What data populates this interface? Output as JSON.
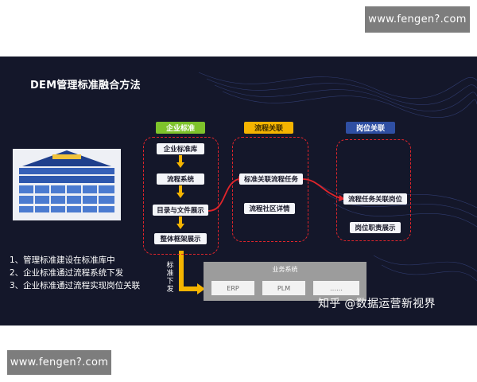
{
  "watermarks": {
    "top": "www.fengen?.com",
    "bottom": "www.fengen?.com"
  },
  "slide": {
    "title": "DEM管理标准融合方法",
    "columns": [
      {
        "header": "企业标准",
        "color": "#7ec32b",
        "boxes": [
          "企业标准库",
          "流程系统",
          "目录与文件展示",
          "整体框架展示"
        ]
      },
      {
        "header": "流程关联",
        "color": "#f5b400",
        "boxes": [
          "标准关联流程任务",
          "流程社区详情"
        ]
      },
      {
        "header": "岗位关联",
        "color": "#2f4fa3",
        "boxes": [
          "流程任务关联岗位",
          "岗位职责展示"
        ]
      }
    ],
    "steps": [
      "1、管理标准建设在标准库中",
      "2、企业标准通过流程系统下发",
      "3、企业标准通过流程实现岗位关联"
    ],
    "down_label": "标准下发",
    "business_system": {
      "title": "业务系统",
      "items": [
        "ERP",
        "PLM",
        "……"
      ]
    },
    "zhihu_watermark": "知乎 @数据运营新视界",
    "accent_red": "#e0252b",
    "arrow_yellow": "#f5b400"
  }
}
